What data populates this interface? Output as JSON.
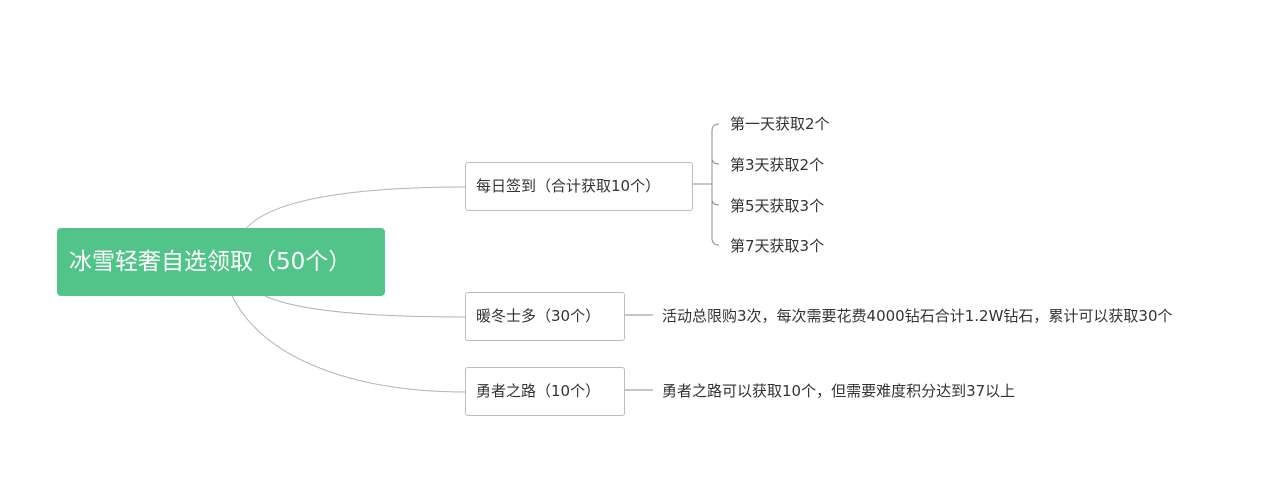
{
  "root": {
    "label": "冰雪轻奢自选领取（50个）",
    "color": "#52c48a"
  },
  "branches": [
    {
      "label": "每日签到（合计获取10个）",
      "children": [
        "第一天获取2个",
        "第3天获取2个",
        "第5天获取3个",
        "第7天获取3个"
      ]
    },
    {
      "label": "暖冬士多（30个）",
      "children": [
        "活动总限购3次，每次需要花费4000钻石合计1.2W钻石，累计可以获取30个"
      ]
    },
    {
      "label": "勇者之路（10个）",
      "children": [
        "勇者之路可以获取10个，但需要难度积分达到37以上"
      ]
    }
  ],
  "colors": {
    "connector": "#b5b5b5",
    "bracket": "#8c8c8c",
    "text": "#333333"
  }
}
